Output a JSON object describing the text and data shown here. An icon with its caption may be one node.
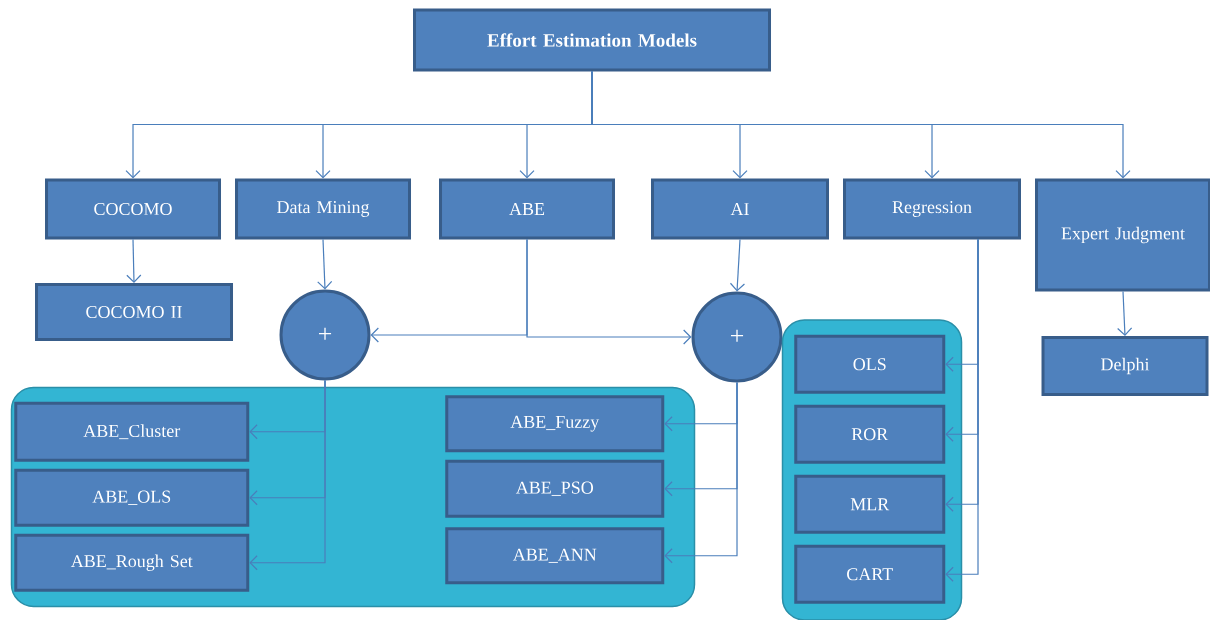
{
  "diagram": {
    "nodes": [
      {
        "text": [
          "Effort Estimation Models"
        ]
      },
      {
        "text": [
          "COCOMO"
        ]
      },
      {
        "text": [
          "Data Mining"
        ]
      },
      {
        "text": [
          "ABE"
        ]
      },
      {
        "text": [
          "AI"
        ]
      },
      {
        "text": [
          "Regression"
        ]
      },
      {
        "text": [
          "Expert Judgment"
        ]
      },
      {
        "text": [
          "COCOMO II"
        ]
      },
      {
        "text": [
          "+"
        ]
      },
      {
        "text": [
          "+"
        ]
      },
      {
        "text": [
          "Delphi"
        ]
      },
      {
        "text": [],
        "shape": "box"
      },
      {
        "text": [
          "ABE_Cluster"
        ],
        "in": 11
      },
      {
        "text": [
          "ABE_OLS"
        ],
        "in": 11
      },
      {
        "text": [
          "ABE_Rough Set"
        ],
        "in": 11
      },
      {
        "text": [
          "ABE_Fuzzy"
        ],
        "in": 11
      },
      {
        "text": [
          "ABE_PSO"
        ],
        "in": 11
      },
      {
        "text": [
          "ABE_ANN"
        ],
        "in": 11
      },
      {
        "text": [],
        "shape": "box"
      },
      {
        "text": [
          "OLS"
        ],
        "in": 18
      },
      {
        "text": [
          "ROR"
        ],
        "in": 18
      },
      {
        "text": [
          "MLR"
        ],
        "in": 18
      },
      {
        "text": [
          "CART"
        ],
        "in": 18
      }
    ],
    "edges": [
      {
        "from": 0,
        "to": 1,
        "arrow": "to"
      },
      {
        "from": 0,
        "to": 2,
        "arrow": "to"
      },
      {
        "from": 0,
        "to": 3,
        "arrow": "to"
      },
      {
        "from": 0,
        "to": 4,
        "arrow": "to"
      },
      {
        "from": 0,
        "to": 5,
        "arrow": "to"
      },
      {
        "from": 0,
        "to": 6,
        "arrow": "to"
      },
      {
        "from": 1,
        "to": 7,
        "arrow": "to"
      },
      {
        "from": 2,
        "to": 8,
        "arrow": "to"
      },
      {
        "from": 3,
        "to": 8,
        "arrow": "to"
      },
      {
        "from": 3,
        "to": 9,
        "arrow": "to"
      },
      {
        "from": 4,
        "to": 9,
        "arrow": "to"
      },
      {
        "from": 6,
        "to": 10,
        "arrow": "to"
      },
      {
        "from": 8,
        "to": 12,
        "arrow": "to"
      },
      {
        "from": 8,
        "to": 13,
        "arrow": "to"
      },
      {
        "from": 8,
        "to": 14,
        "arrow": "to"
      },
      {
        "from": 9,
        "to": 15,
        "arrow": "to"
      },
      {
        "from": 9,
        "to": 16,
        "arrow": "to"
      },
      {
        "from": 9,
        "to": 17,
        "arrow": "to"
      },
      {
        "from": 5,
        "to": 19,
        "arrow": "to"
      },
      {
        "from": 5,
        "to": 20,
        "arrow": "to"
      },
      {
        "from": 5,
        "to": 21,
        "arrow": "to"
      },
      {
        "from": 5,
        "to": 22,
        "arrow": "to"
      }
    ]
  }
}
